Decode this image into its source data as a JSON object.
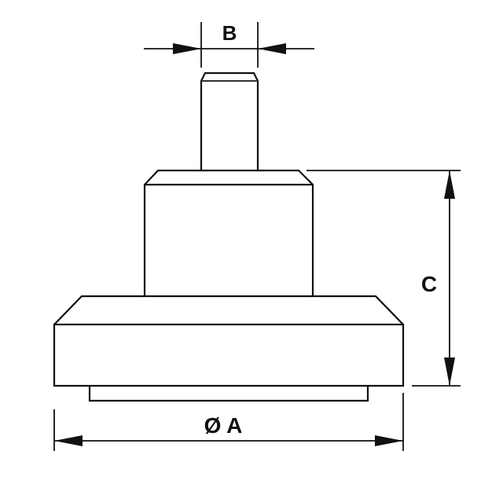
{
  "diagram": {
    "type": "technical drawing",
    "subject": "stepped cylindrical part (side profile)",
    "colors": {
      "line": "#111111",
      "background": "#ffffff"
    },
    "dimensions": {
      "A": {
        "label": "Ø A",
        "meaning": "overall diameter",
        "orientation": "horizontal"
      },
      "B": {
        "label": "B",
        "meaning": "stem width",
        "orientation": "horizontal"
      },
      "C": {
        "label": "C",
        "meaning": "height from flange bottom to mid-body top",
        "orientation": "vertical"
      }
    }
  }
}
